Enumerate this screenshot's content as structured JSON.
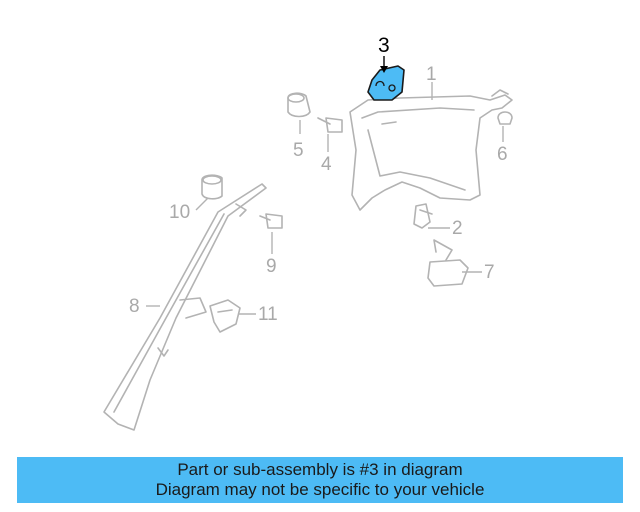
{
  "diagram": {
    "highlight_color": "#4dbbf5",
    "callouts": {
      "c1": "1",
      "c2": "2",
      "c3": "3",
      "c4": "4",
      "c5": "5",
      "c6": "6",
      "c7": "7",
      "c8": "8",
      "c9": "9",
      "c10": "10",
      "c11": "11"
    }
  },
  "caption": {
    "line1": "Part or sub-assembly is #3 in diagram",
    "line2": "Diagram may not be specific to your vehicle",
    "background": "#4dbbf5"
  }
}
